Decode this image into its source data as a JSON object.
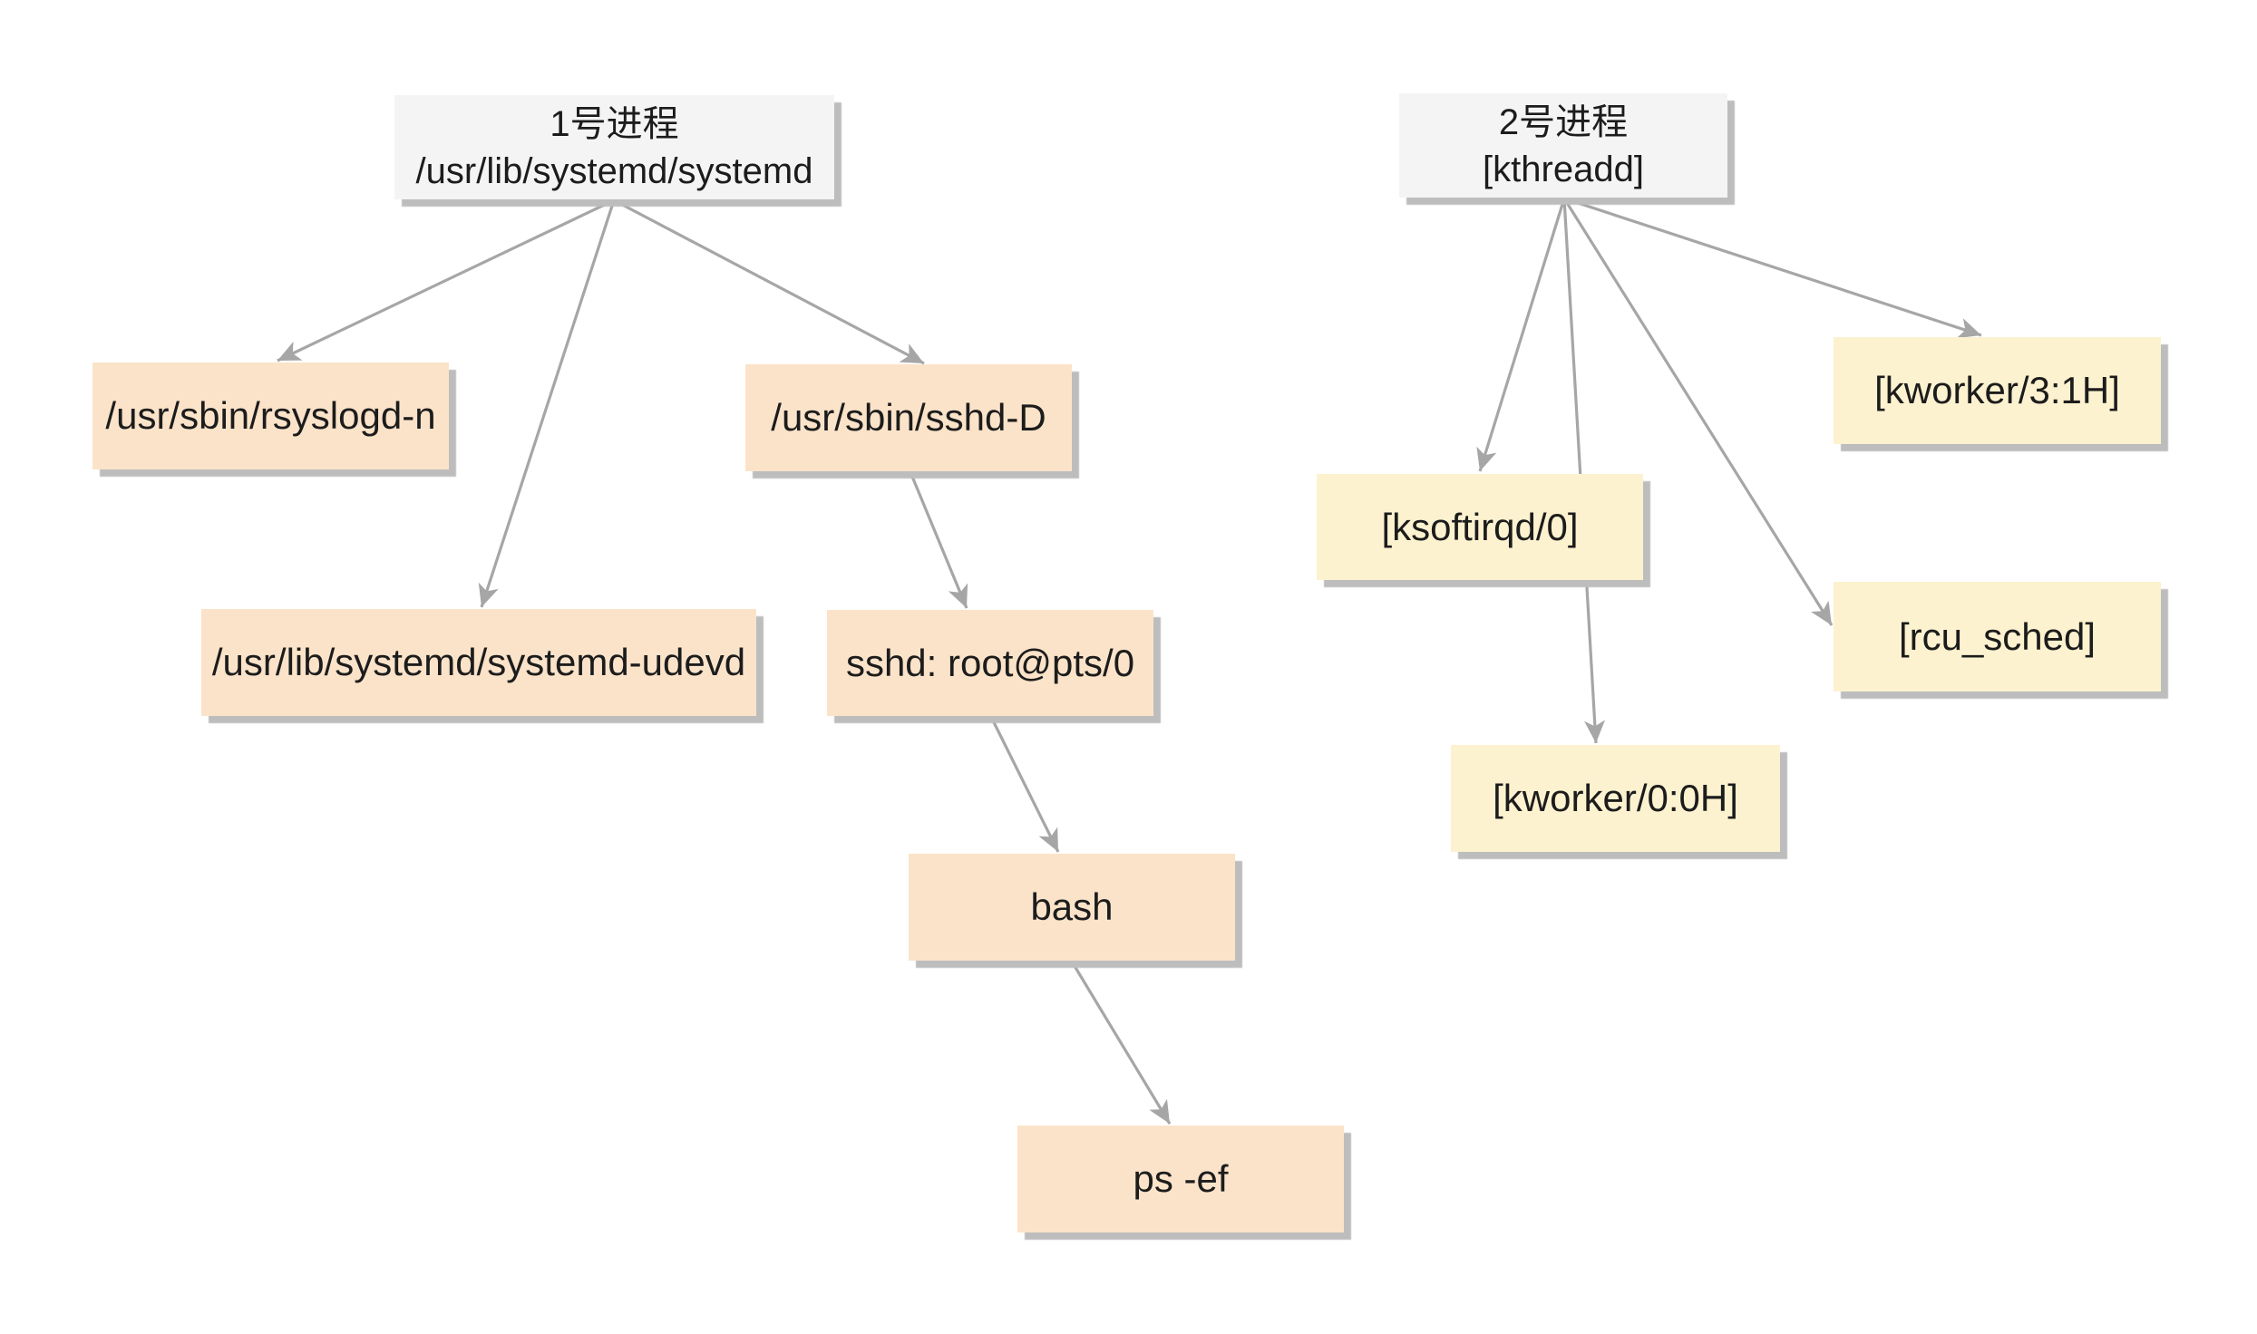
{
  "colors": {
    "bg": "#ffffff",
    "gray": "#f4f4f4",
    "peach": "#fbe3c9",
    "yellow": "#fdf2cf",
    "arrow": "#a6a6a6",
    "shadow": "#bdbdbd",
    "text": "#1c1c1c"
  },
  "nodes": {
    "root1": {
      "line1": "1号进程",
      "line2": "/usr/lib/systemd/systemd"
    },
    "rsyslogd": {
      "label": "/usr/sbin/rsyslogd-n"
    },
    "sshd": {
      "label": "/usr/sbin/sshd-D"
    },
    "udevd": {
      "label": "/usr/lib/systemd/systemd-udevd"
    },
    "sshd_pts": {
      "label": "sshd: root@pts/0"
    },
    "bash": {
      "label": "bash"
    },
    "ps": {
      "label": "ps -ef"
    },
    "root2": {
      "line1": "2号进程",
      "line2": "[kthreadd]"
    },
    "ksoftirqd": {
      "label": "[ksoftirqd/0]"
    },
    "kworker0": {
      "label": "[kworker/0:0H]"
    },
    "kworker3": {
      "label": "[kworker/3:1H]"
    },
    "rcu": {
      "label": "[rcu_sched]"
    }
  },
  "edges": [
    {
      "from": "root1",
      "to": "rsyslogd"
    },
    {
      "from": "root1",
      "to": "udevd"
    },
    {
      "from": "root1",
      "to": "sshd"
    },
    {
      "from": "sshd",
      "to": "sshd_pts"
    },
    {
      "from": "sshd_pts",
      "to": "bash"
    },
    {
      "from": "bash",
      "to": "ps"
    },
    {
      "from": "root2",
      "to": "ksoftirqd"
    },
    {
      "from": "root2",
      "to": "kworker0"
    },
    {
      "from": "root2",
      "to": "rcu"
    },
    {
      "from": "root2",
      "to": "kworker3"
    }
  ]
}
